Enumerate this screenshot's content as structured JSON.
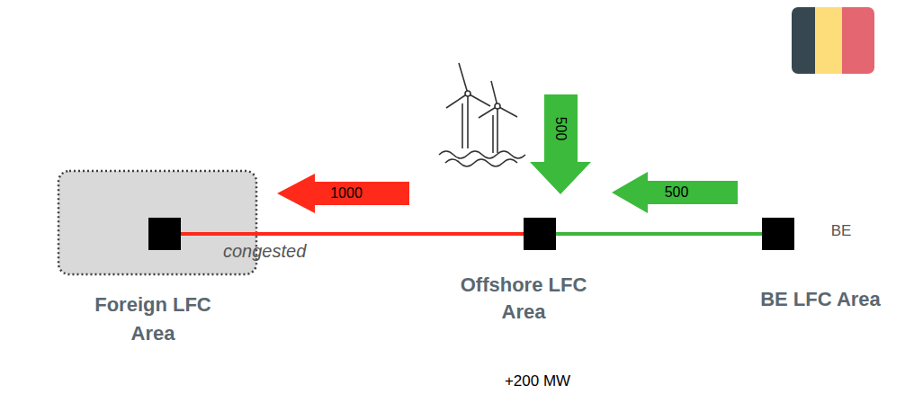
{
  "diagram": {
    "nodes": [
      {
        "text": [
          "Foreign LFC Area"
        ]
      },
      {
        "text": [
          "Offshore LFC Area"
        ]
      },
      {
        "text": [
          "BE LFC Area"
        ]
      },
      {
        "text": [
          "BE"
        ],
        "in": 2
      },
      {
        "text": [
          "+200 MW"
        ]
      }
    ],
    "edges": [
      {
        "from": 1,
        "to": 0,
        "arrow": "none",
        "label": "congested"
      },
      {
        "from": 3,
        "to": 1,
        "arrow": "none"
      }
    ],
    "labels": [
      "500",
      "1000",
      "500"
    ]
  }
}
